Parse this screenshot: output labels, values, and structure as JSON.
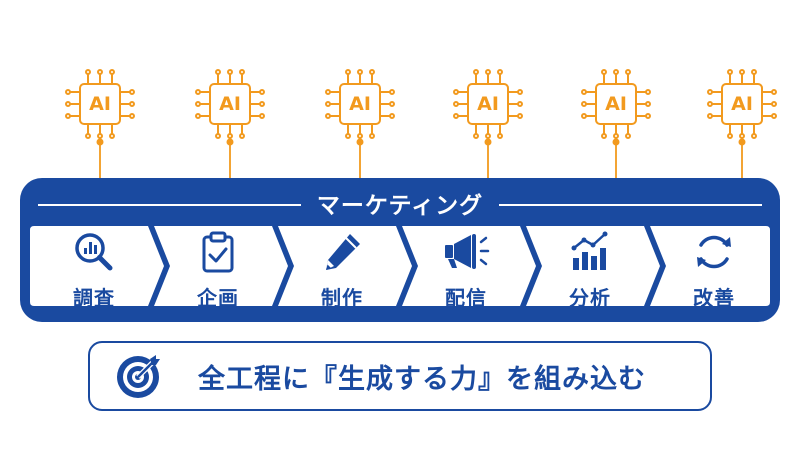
{
  "colors": {
    "primary": "#1a4aa0",
    "accent": "#f29a1e",
    "background": "#ffffff"
  },
  "ai_chips": [
    {
      "label": "AI",
      "icon": "ai-chip-icon"
    },
    {
      "label": "AI",
      "icon": "ai-chip-icon"
    },
    {
      "label": "AI",
      "icon": "ai-chip-icon"
    },
    {
      "label": "AI",
      "icon": "ai-chip-icon"
    },
    {
      "label": "AI",
      "icon": "ai-chip-icon"
    },
    {
      "label": "AI",
      "icon": "ai-chip-icon"
    }
  ],
  "band": {
    "title": "マーケティング"
  },
  "steps": [
    {
      "label": "調査",
      "icon": "magnifier-chart-icon"
    },
    {
      "label": "企画",
      "icon": "clipboard-check-icon"
    },
    {
      "label": "制作",
      "icon": "pencil-icon"
    },
    {
      "label": "配信",
      "icon": "megaphone-icon"
    },
    {
      "label": "分析",
      "icon": "bar-chart-trend-icon"
    },
    {
      "label": "改善",
      "icon": "refresh-cycle-icon"
    }
  ],
  "tagline": {
    "text": "全工程に『生成する力』を組み込む",
    "icon": "target-icon"
  }
}
